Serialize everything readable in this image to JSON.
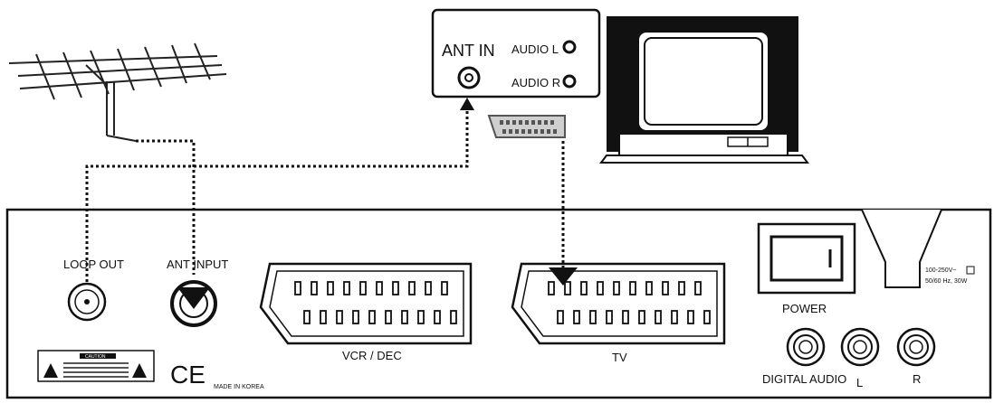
{
  "tv_panel": {
    "ant_in": "ANT IN",
    "audio_l": "AUDIO L",
    "audio_r": "AUDIO R"
  },
  "receiver": {
    "loop_out": "LOOP OUT",
    "ant_input": "ANT INPUT",
    "vcr_dec": "VCR / DEC",
    "tv": "TV",
    "power": "POWER",
    "digital_audio": "DIGITAL AUDIO",
    "audio_l": "L",
    "audio_r": "R",
    "made_in": "MADE IN KOREA",
    "ce_mark": "CE",
    "caution_title": "CAUTION",
    "rating_line1": "100-250V~",
    "rating_line2": "50/60 Hz, 30W"
  },
  "icons": [
    "antenna-icon",
    "television-icon",
    "scart-plug-icon",
    "warning-triangle-icon",
    "power-switch-icon",
    "ce-mark-icon"
  ]
}
